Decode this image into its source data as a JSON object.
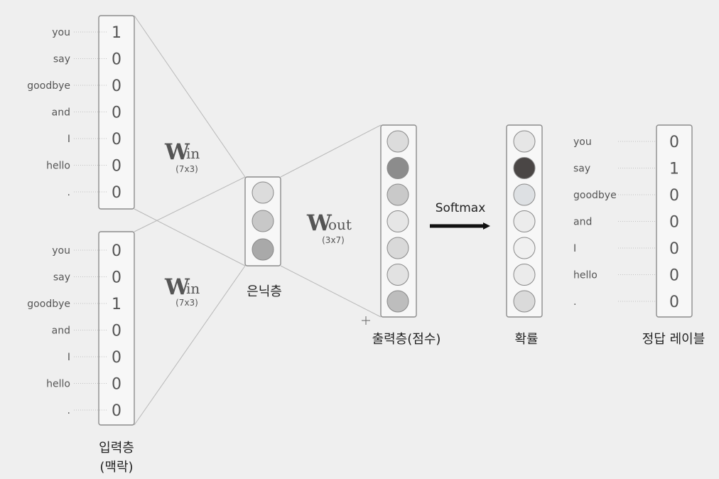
{
  "vocab": [
    "you",
    "say",
    "goodbye",
    "and",
    "I",
    "hello",
    "."
  ],
  "input_top": {
    "values": [
      "1",
      "0",
      "0",
      "0",
      "0",
      "0",
      "0"
    ]
  },
  "input_bottom": {
    "values": [
      "0",
      "0",
      "1",
      "0",
      "0",
      "0",
      "0"
    ]
  },
  "w_in_top": {
    "symbol": "W",
    "subscript": "in",
    "dim": "(7x3)"
  },
  "w_in_bottom": {
    "symbol": "W",
    "subscript": "in",
    "dim": "(7x3)"
  },
  "w_out": {
    "symbol": "W",
    "subscript": "out",
    "dim": "(3x7)"
  },
  "hidden": {
    "caption": "은닉층",
    "neuron_colors": [
      "#dcdcdc",
      "#c8c8c8",
      "#a9a9a9"
    ]
  },
  "output": {
    "caption": "출력층(점수)",
    "neuron_colors": [
      "#dcdcdc",
      "#8c8c8c",
      "#c9c9c9",
      "#e6e6e6",
      "#d9d9d9",
      "#e2e2e2",
      "#bdbdbd"
    ]
  },
  "softmax_label": "Softmax",
  "prob": {
    "caption": "확률",
    "neuron_colors": [
      "#e6e6e6",
      "#4a4645",
      "#dde0e3",
      "#ececec",
      "#f0f0f0",
      "#ebebeb",
      "#dadada"
    ]
  },
  "answer": {
    "caption": "정답 레이블",
    "values": [
      "0",
      "1",
      "0",
      "0",
      "0",
      "0",
      "0"
    ]
  },
  "input_caption": {
    "line1": "입력층",
    "line2": "(맥락)"
  }
}
